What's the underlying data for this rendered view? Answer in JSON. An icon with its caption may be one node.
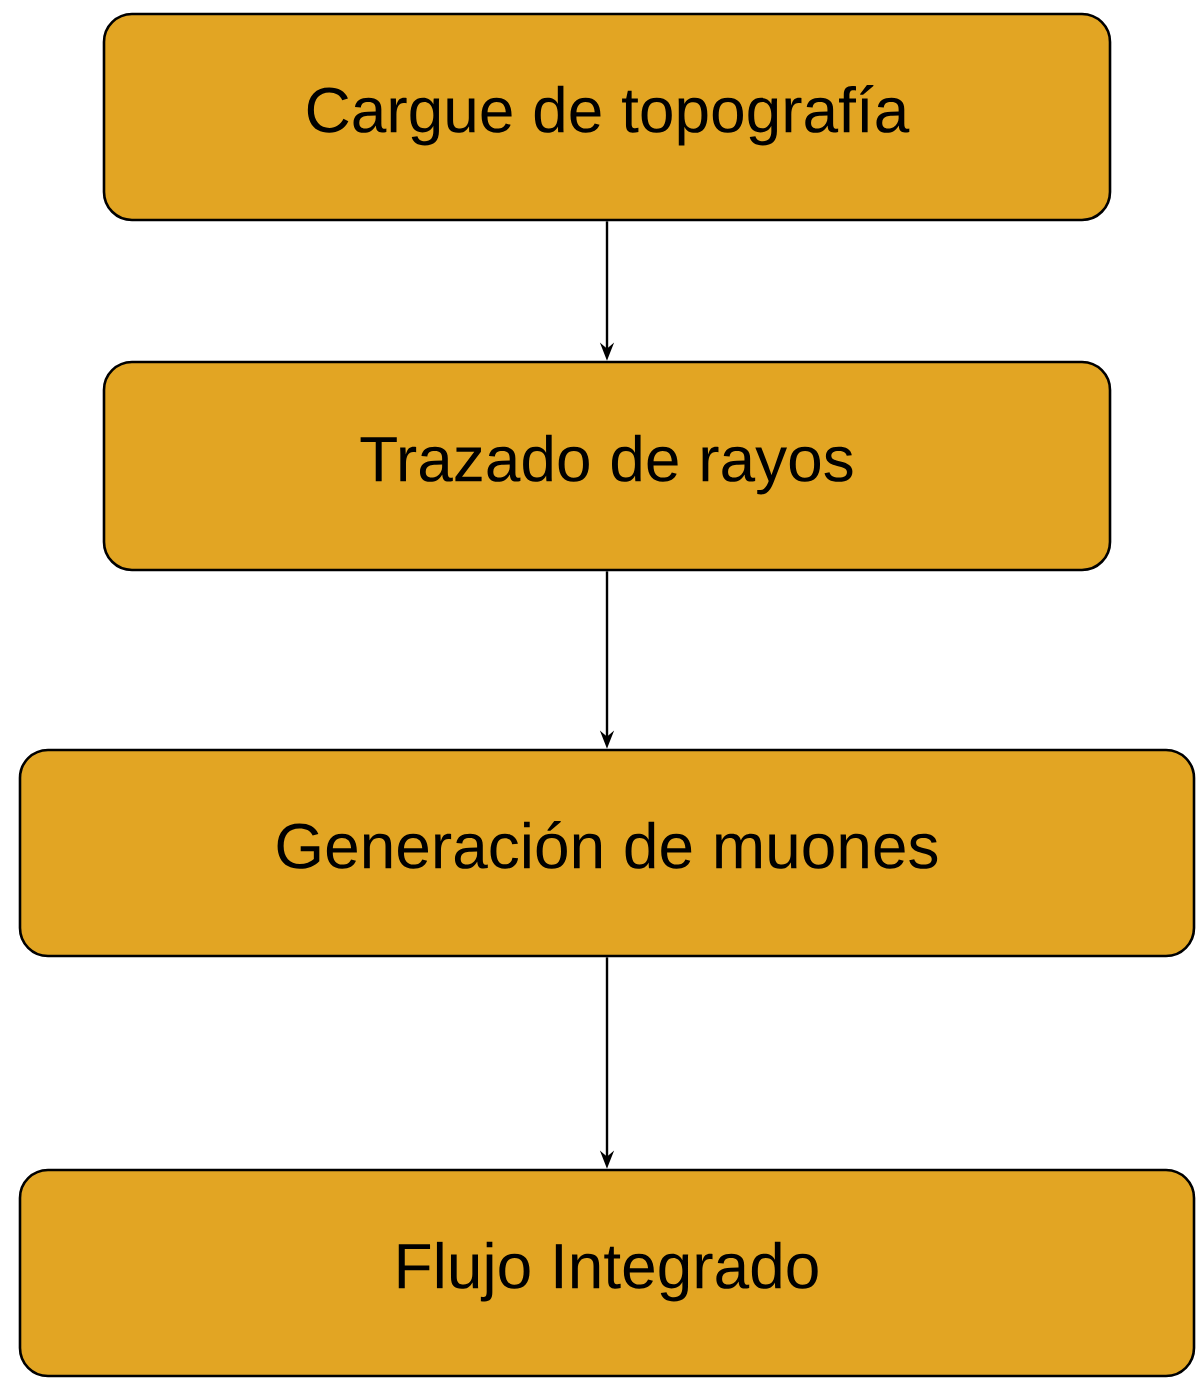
{
  "diagram": {
    "nodes": [
      {
        "text": [
          "Cargue de topografía"
        ]
      },
      {
        "text": [
          "Trazado de rayos"
        ]
      },
      {
        "text": [
          "Generación de muones"
        ]
      },
      {
        "text": [
          "Flujo Integrado"
        ]
      }
    ],
    "edges": [
      {
        "from": 0,
        "to": 1,
        "arrow": "to"
      },
      {
        "from": 1,
        "to": 2,
        "arrow": "to"
      },
      {
        "from": 2,
        "to": 3,
        "arrow": "to"
      }
    ]
  }
}
